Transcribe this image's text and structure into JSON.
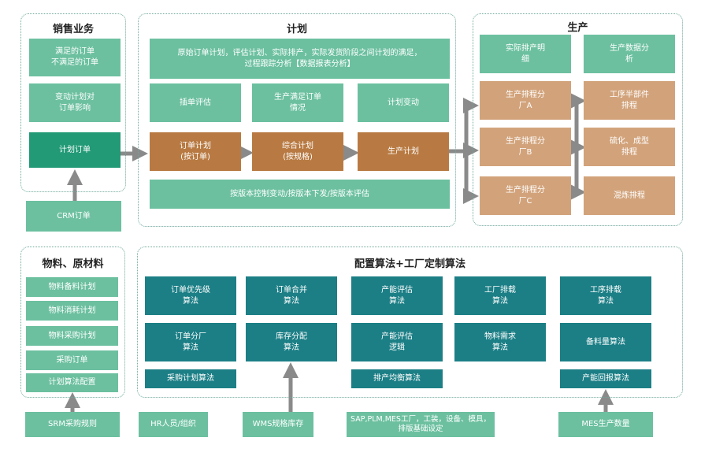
{
  "colors": {
    "green": "#6cc0a0",
    "dark_green": "#229a76",
    "brown": "#b87a42",
    "tan": "#d2a37b",
    "teal": "#1c7f86",
    "arrow": "#8a8a8a"
  },
  "sales": {
    "title": "销售业务",
    "items": [
      "满足的订单\n不满足的订单",
      "变动计划对\n订单影响",
      "计划订单"
    ],
    "source": "CRM订单"
  },
  "plan": {
    "title": "计划",
    "top": "原始订单计划，评估计划、实际排产，实际发货阶段之间计划的满足，\n过程跟踪分析【数据报表分析】",
    "row2": [
      "插单评估",
      "生产满足订单\n情况",
      "计划变动"
    ],
    "flow": [
      "订单计划\n(按订单)",
      "综合计划\n(按规格)",
      "生产计划"
    ],
    "bottom": "按版本控制变动/按版本下发/按版本评估"
  },
  "production": {
    "title": "生产",
    "top": [
      "实际排产明\n细",
      "生产数据分\n析"
    ],
    "factories": [
      "生产排程分\n厂A",
      "生产排程分\n厂B",
      "生产排程分\n厂C"
    ],
    "processes": [
      "工序半部件\n排程",
      "硫化、成型\n排程",
      "混炼排程"
    ]
  },
  "materials": {
    "title": "物料、原材料",
    "items": [
      "物料备料计划",
      "物料消耗计划",
      "物料采购计划",
      "采购订单",
      "计划算法配置"
    ],
    "source": "SRM采购规则"
  },
  "algorithms": {
    "title": "配置算法+工厂定制算法",
    "row1": [
      "订单优先级\n算法",
      "订单合并\n算法",
      "产能评估\n算法",
      "工厂排载\n算法",
      "工序排载\n算法"
    ],
    "row2": [
      "订单分厂\n算法",
      "库存分配\n算法",
      "产能评估\n逻辑",
      "物料需求\n算法",
      "备料量算法"
    ],
    "row3": [
      "采购计划算法",
      "排产均衡算法",
      "产能回报算法"
    ]
  },
  "sources": [
    "HR人员/组织",
    "WMS规格库存",
    "SAP,PLM,MES工厂，工装，设备、模具，\n排版基础设定",
    "MES生产数量"
  ]
}
